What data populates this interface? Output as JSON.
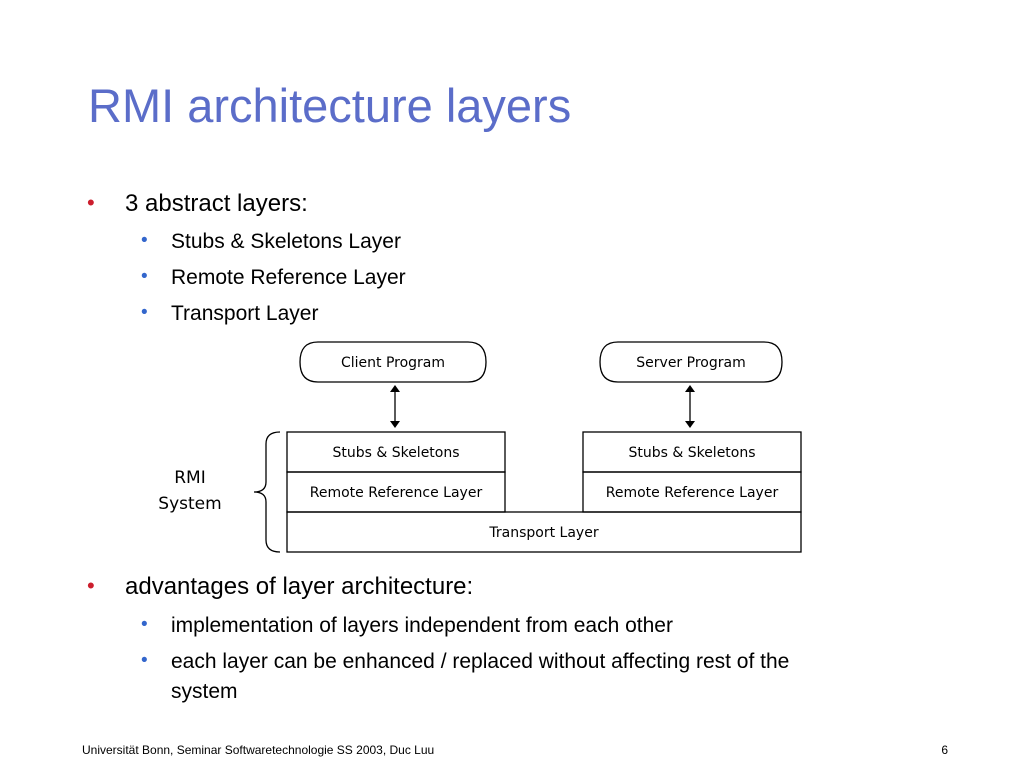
{
  "slide": {
    "title": "RMI architecture layers",
    "bullets": [
      {
        "text": "3 abstract layers:",
        "sub": [
          "Stubs & Skeletons Layer",
          "Remote Reference Layer",
          "Transport Layer"
        ]
      },
      {
        "text": "advantages of layer architecture:",
        "sub": [
          "implementation of layers independent from each other",
          "each layer can be enhanced / replaced without affecting rest of the",
          "system"
        ]
      }
    ],
    "bullet_char": "•",
    "footer": "Universität Bonn, Seminar Softwaretechnologie SS 2003, Duc Luu",
    "page_number": "6"
  },
  "diagram": {
    "client_program": "Client Program",
    "server_program": "Server Program",
    "left_stubs": "Stubs & Skeletons",
    "left_remote_ref": "Remote Reference Layer",
    "right_stubs": "Stubs & Skeletons",
    "right_remote_ref": "Remote Reference Layer",
    "transport": "Transport Layer",
    "rmi_label_line1": "RMI",
    "rmi_label_line2": "System"
  },
  "colors": {
    "title": "#5b6dc9",
    "level1_bullet": "#cc1e2d",
    "level2_bullet": "#3366cc"
  }
}
